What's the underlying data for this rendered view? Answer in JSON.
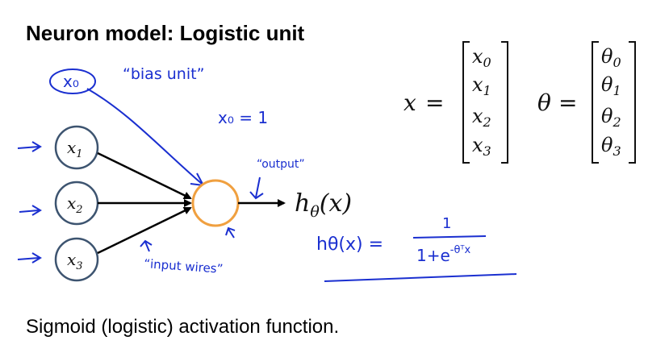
{
  "slide": {
    "title": "Neuron model: Logistic unit",
    "caption": "Sigmoid (logistic) activation function."
  },
  "diagram": {
    "bias_node": "x₀",
    "inputs": [
      {
        "base": "x",
        "sub": "1"
      },
      {
        "base": "x",
        "sub": "2"
      },
      {
        "base": "x",
        "sub": "3"
      }
    ],
    "output": {
      "base": "h",
      "sub": "θ",
      "arg": "(x)"
    }
  },
  "vectors": {
    "x": {
      "name": "x",
      "eq": "=",
      "entries": [
        {
          "base": "x",
          "sub": "0"
        },
        {
          "base": "x",
          "sub": "1"
        },
        {
          "base": "x",
          "sub": "2"
        },
        {
          "base": "x",
          "sub": "3"
        }
      ]
    },
    "theta": {
      "name": "θ",
      "eq": "=",
      "entries": [
        {
          "base": "θ",
          "sub": "0"
        },
        {
          "base": "θ",
          "sub": "1"
        },
        {
          "base": "θ",
          "sub": "2"
        },
        {
          "base": "θ",
          "sub": "3"
        }
      ]
    }
  },
  "annotations": {
    "bias_unit": "“bias unit”",
    "x0_eq": "x₀ = 1",
    "output": "“output”",
    "input_wires": "“input wires”",
    "formula": {
      "lhs": "hθ(x) =",
      "numerator": "1",
      "denominator": "1+e",
      "exponent": "-θᵀx"
    }
  },
  "colors": {
    "ink": "#1a2fd0",
    "node_stroke": "#3d5470",
    "output_node": "#f0a040",
    "text": "#000000"
  }
}
